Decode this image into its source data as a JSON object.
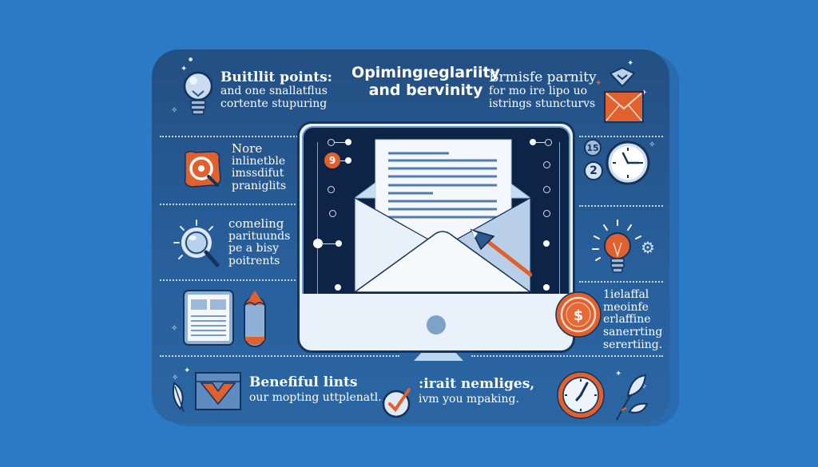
{
  "colors": {
    "background": "#2b7ac6",
    "card": "#265a94",
    "screen": "#0e2446",
    "accent_orange": "#e8612c",
    "text": "#ffffff"
  },
  "title": {
    "line1": "Opimingıeglariity",
    "line2": "and bervinity"
  },
  "left_blocks": [
    {
      "icon": "lightbulb-icon",
      "heading": "Buitllit points:",
      "lines": [
        "and  one snallatflus",
        "cortente stupuring"
      ]
    },
    {
      "icon": "target-magnifier-icon",
      "heading": "Nore",
      "lines": [
        "inlinetble",
        "imssdifut",
        "praniglits"
      ]
    },
    {
      "icon": "magnifying-glass-icon",
      "heading": "comeling",
      "lines": [
        "parituunds",
        "pe a bisy",
        "poitrents"
      ]
    },
    {
      "icon": "document-icon",
      "secondary_icon": "pencil-icon"
    }
  ],
  "right_blocks": [
    {
      "icon": "envelope-icon",
      "heading": "Brmisfe parnity",
      "lines": [
        "for mo ire lipo uo",
        "istrings stuncturvs"
      ]
    },
    {
      "icon": "clock-icon",
      "badges": [
        "15",
        "2"
      ]
    },
    {
      "icon": "lightbulb-orange-icon",
      "secondary_icon": "gear-icon"
    },
    {
      "icon": "dollar-coin-icon",
      "lines": [
        "1ielaffal",
        "meoinfe",
        "erlaffine",
        "sanerrting",
        "serertiing."
      ]
    }
  ],
  "bottom": {
    "left": {
      "icon": "email-check-icon",
      "heading": "Benefiful lints",
      "line": "our mopting uttplenatl."
    },
    "right": {
      "icon": "checkmark-icon",
      "heading": ":irait nemliges,",
      "line": "ivm you mpaking.",
      "extra_icons": [
        "stopwatch-icon",
        "leaf-icon"
      ]
    }
  },
  "monitor": {
    "badge_number": "9",
    "document_lines": 8
  }
}
